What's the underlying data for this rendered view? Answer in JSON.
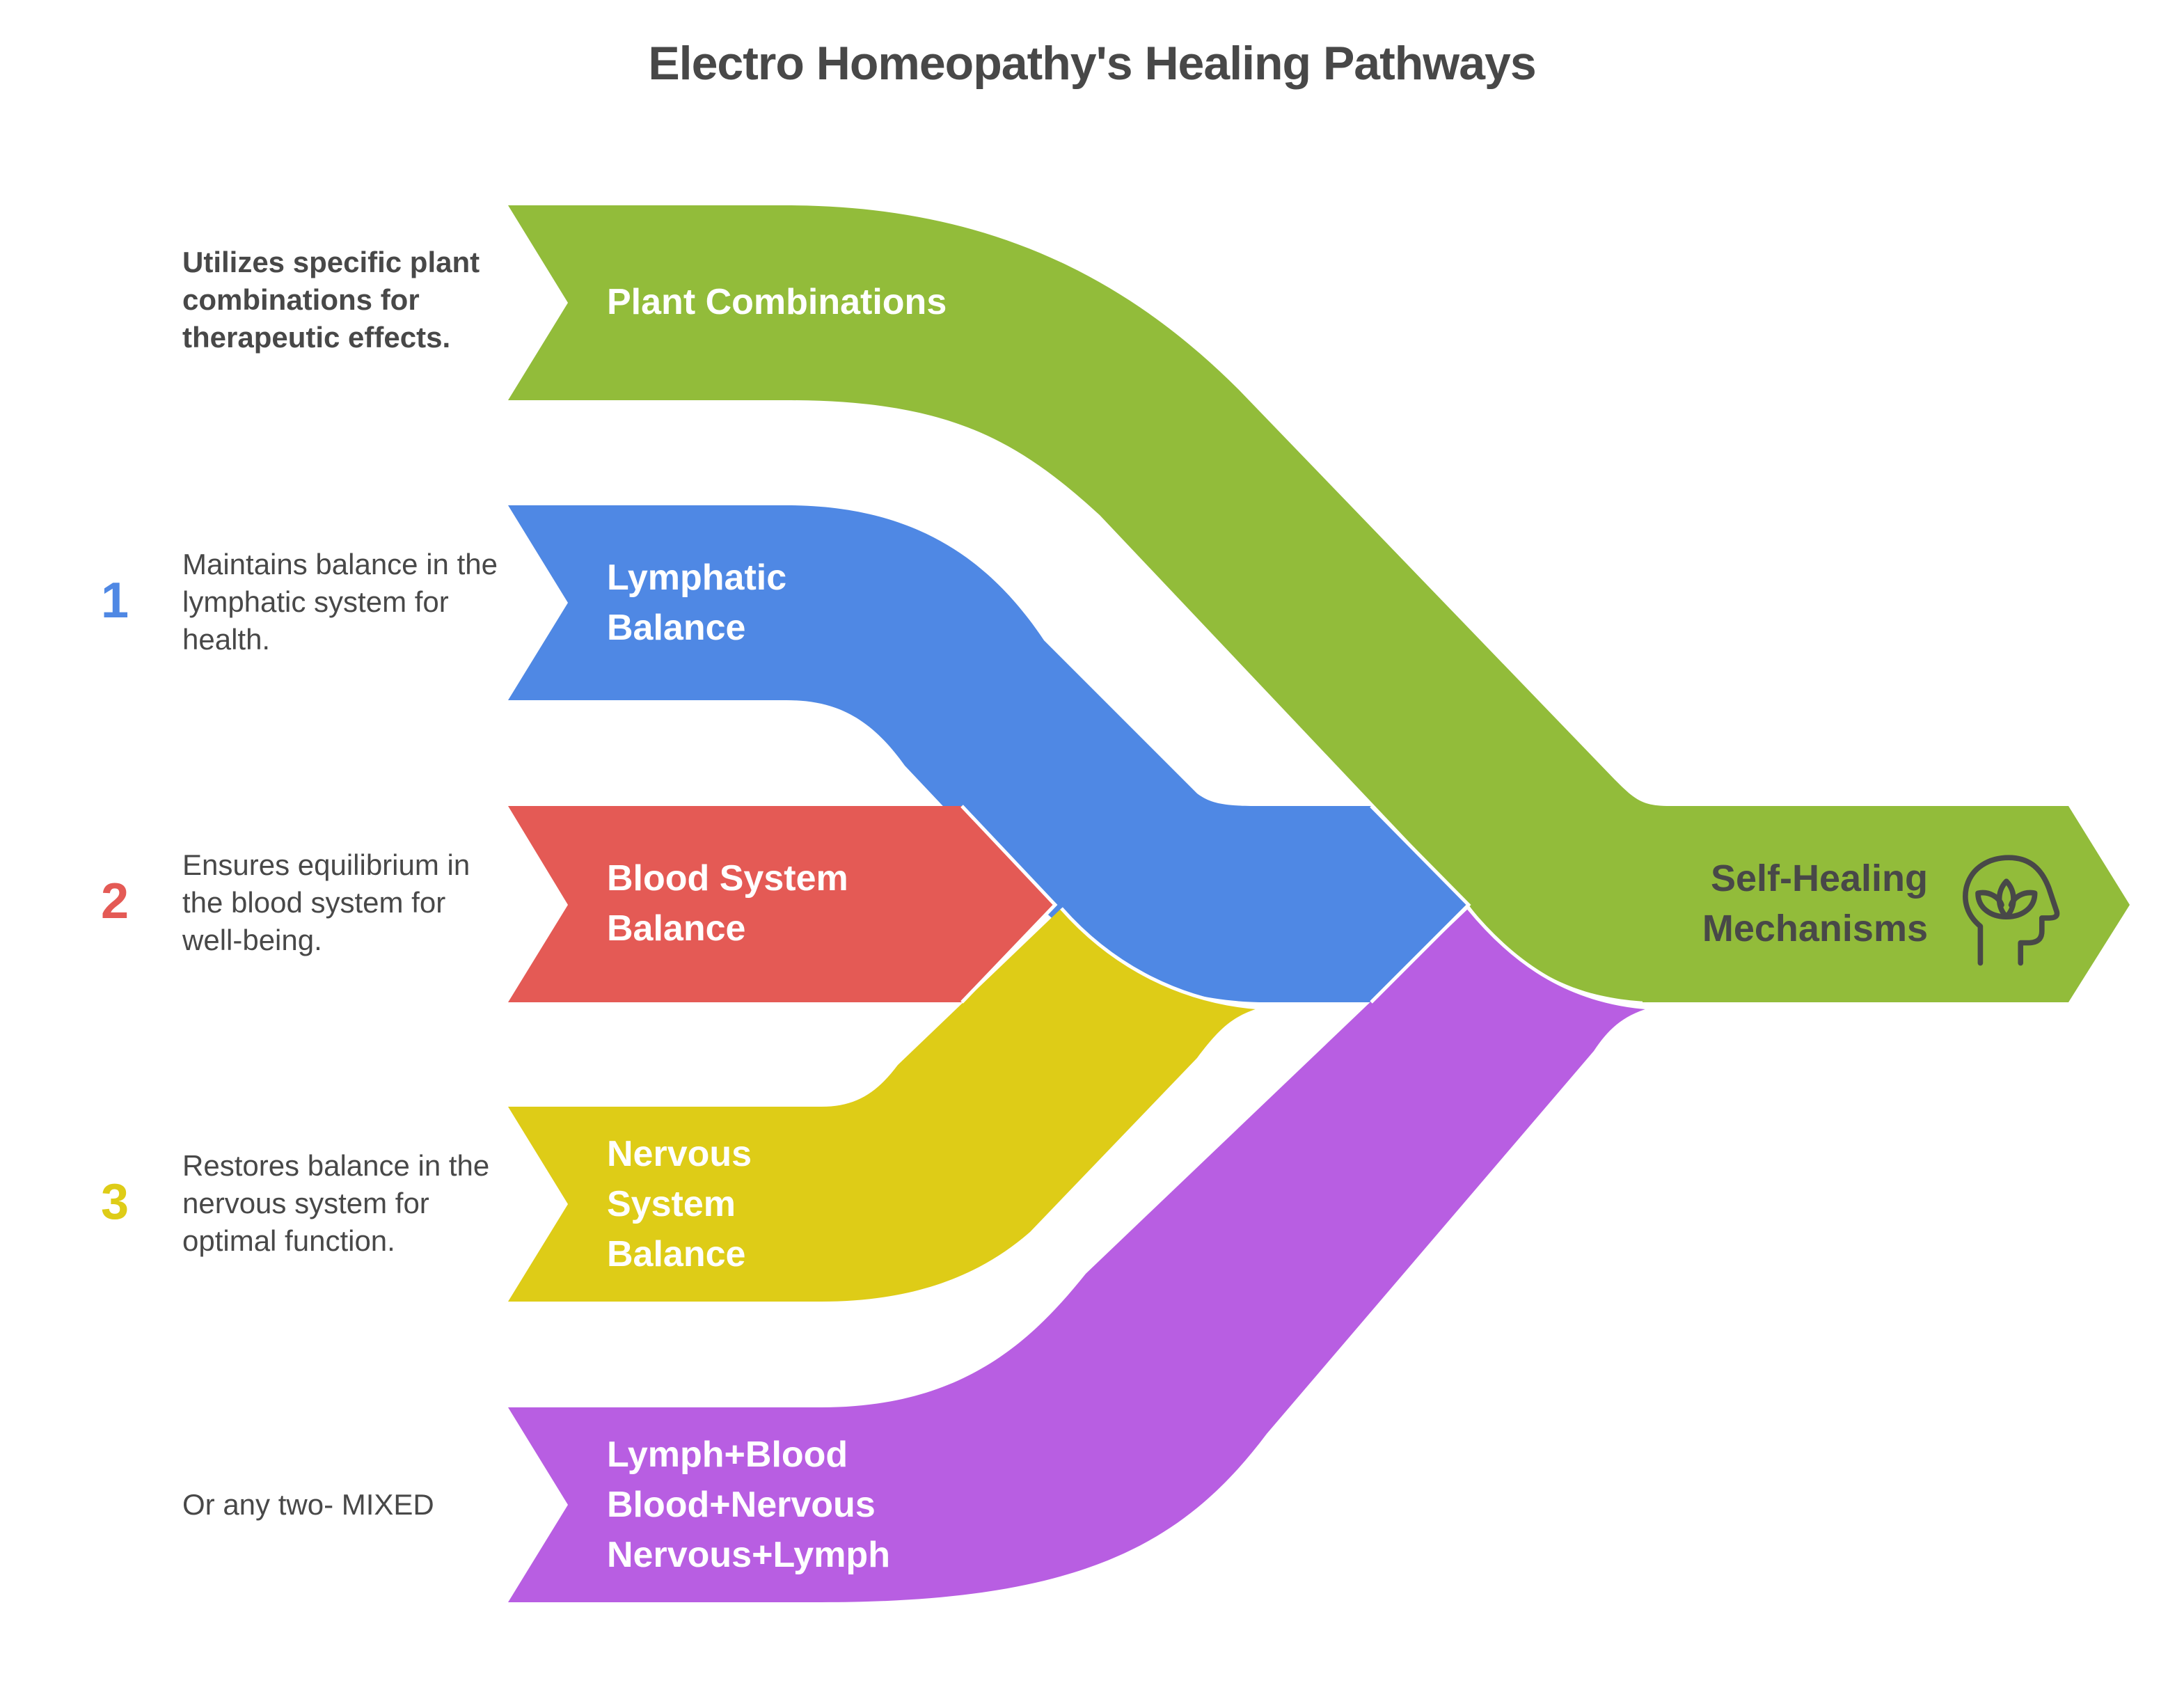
{
  "title": "Electro Homeopathy's Healing Pathways",
  "colors": {
    "plant": "#92BC3A",
    "lymph": "#4F88E4",
    "blood": "#E45A55",
    "nervous": "#DECC17",
    "mixed": "#B85EE2",
    "target": "#92BC3A",
    "text_dark": "#484848",
    "text_light": "#FFFFFF"
  },
  "flows": [
    {
      "id": "plant",
      "label": "Plant Combinations",
      "number": "",
      "description": "Utilizes specific plant combinations for therapeutic effects.",
      "description_bold": true
    },
    {
      "id": "lymph",
      "label": "Lymphatic\nBalance",
      "number": "1",
      "description": "Maintains balance in the lymphatic system for health.",
      "description_bold": false
    },
    {
      "id": "blood",
      "label": "Blood System\nBalance",
      "number": "2",
      "description": "Ensures equilibrium in the blood system for well-being.",
      "description_bold": false
    },
    {
      "id": "nervous",
      "label": "Nervous\nSystem\nBalance",
      "number": "3",
      "description": "Restores balance in the nervous system for optimal function.",
      "description_bold": false
    },
    {
      "id": "mixed",
      "label": "Lymph+Blood\nBlood+Nervous\nNervous+Lymph",
      "number": "",
      "description": "Or any two- MIXED",
      "description_bold": false
    }
  ],
  "target": {
    "label": "Self-Healing\nMechanisms",
    "icon": "head-lotus-icon"
  }
}
